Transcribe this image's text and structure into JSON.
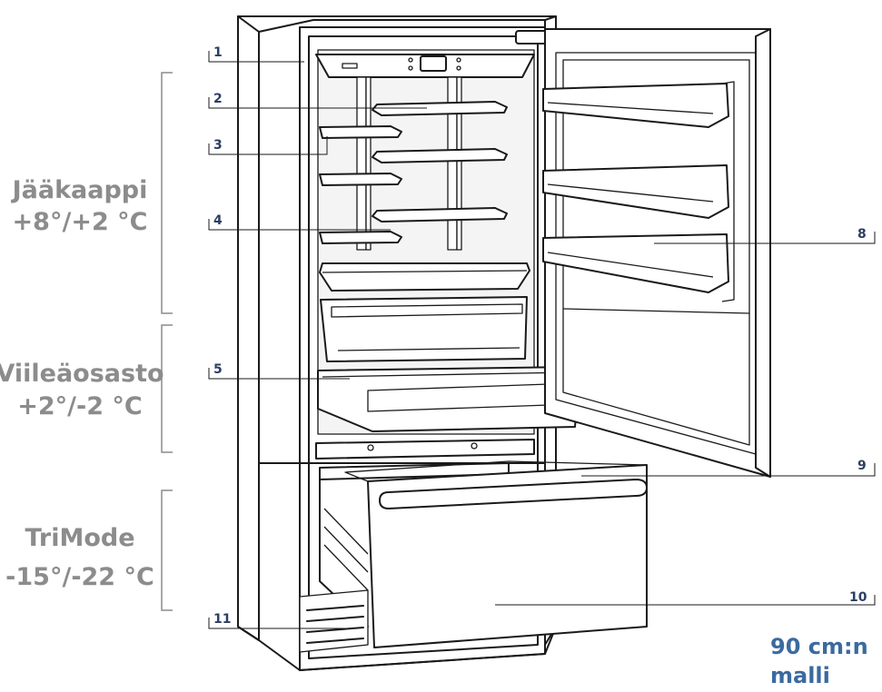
{
  "zones": [
    {
      "line1": "Jääkaappi",
      "line2": "+8°/+2 °C"
    },
    {
      "line1": "Viileäosasto",
      "line2": "+2°/-2 °C"
    },
    {
      "line1": "TriMode",
      "line2": "-15°/-22 °C"
    }
  ],
  "callouts": [
    "1",
    "2",
    "3",
    "4",
    "5",
    "8",
    "9",
    "10",
    "11"
  ],
  "model": {
    "line1": "90 cm:n",
    "line2": "malli"
  },
  "colors": {
    "zone_text": "#8c8c8c",
    "callout_text": "#2c3e63",
    "model_text": "#3b6aa0",
    "outline": "#1a1a1a"
  }
}
